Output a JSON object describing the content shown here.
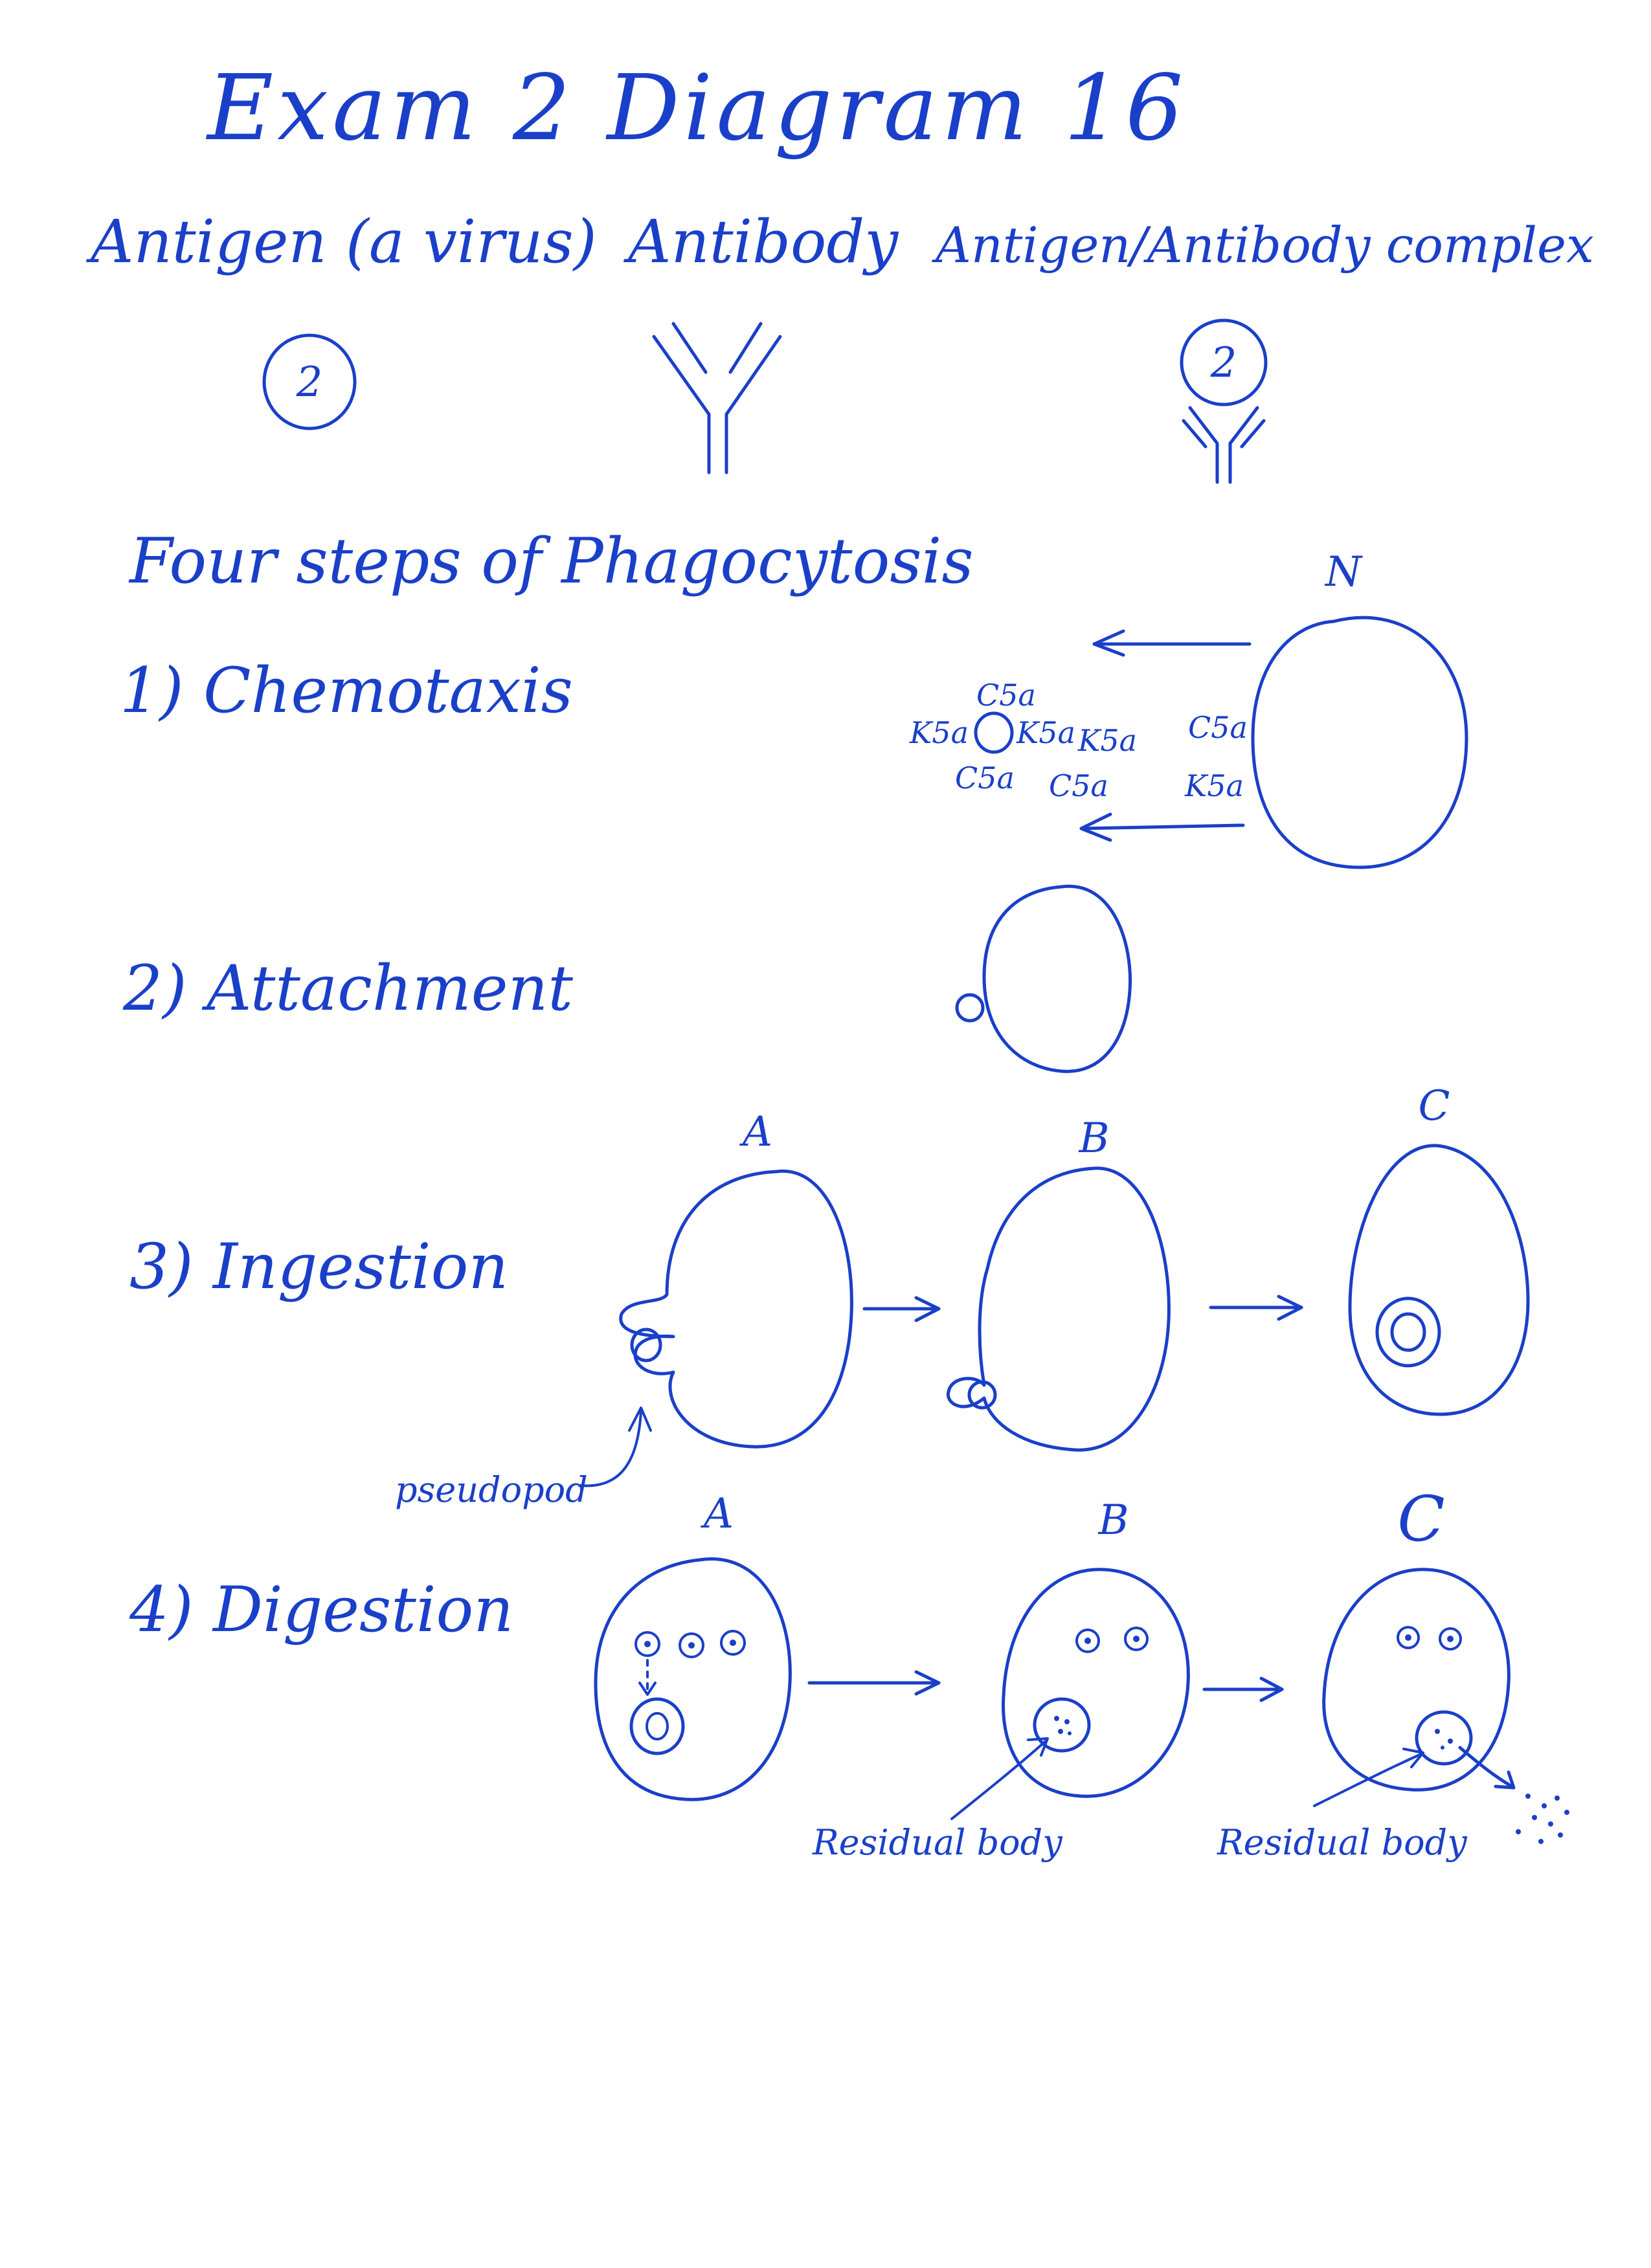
{
  "title": "Exam 2   Diagram   16",
  "molecules": {
    "antigen_label": "Antigen (a virus)",
    "antibody_label": "Antibody",
    "complex_label": "Antigen/Antibody complex",
    "antigen_symbol": "2"
  },
  "phagocytosis": {
    "heading": "Four steps of Phagocytosis",
    "neutrophil_label": "N",
    "steps": [
      {
        "label": "1) Chemotaxis"
      },
      {
        "label": "2) Attachment"
      },
      {
        "label": "3) Ingestion",
        "stages": [
          "A",
          "B",
          "C"
        ],
        "annotation": "pseudopod"
      },
      {
        "label": "4) Digestion",
        "stages": [
          "A",
          "B",
          "C"
        ],
        "annotation_b": "Residual body",
        "annotation_c": "Residual body"
      }
    ],
    "chemicals": [
      "C5a",
      "K5a",
      "K5a",
      "K5a",
      "C5a",
      "C5a",
      "C5a",
      "K5a"
    ]
  },
  "colors": {
    "ink": "#1a3fc9",
    "paper": "#ffffff"
  }
}
